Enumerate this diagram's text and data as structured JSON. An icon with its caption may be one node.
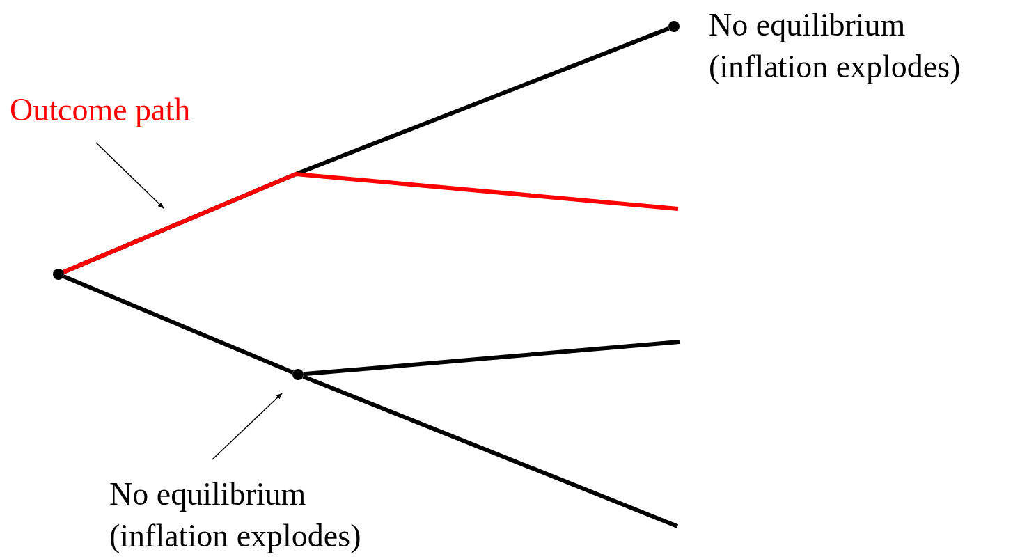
{
  "diagram": {
    "nodes": [
      {
        "text": [],
        "shape": "circle"
      },
      {
        "text": [],
        "shape": "circle",
        "beside": [
          "No equilibrium (inflation explodes)"
        ]
      },
      {
        "text": [],
        "shape": "circle"
      },
      {
        "text": [
          "No equilibrium (inflation explodes)"
        ]
      },
      {
        "text": [
          "Outcome path"
        ]
      }
    ],
    "edges": [
      {
        "from": 0,
        "to": 1,
        "arrow": "none"
      },
      {
        "from": 0,
        "to": null,
        "arrow": "none",
        "color": "#ff0000"
      },
      {
        "from": 0,
        "to": 2,
        "arrow": "none"
      },
      {
        "from": 2,
        "to": null,
        "arrow": "none"
      },
      {
        "from": 2,
        "to": null,
        "arrow": "none"
      },
      {
        "from": 3,
        "to": 2,
        "arrow": "to"
      },
      {
        "from": 4,
        "to": null,
        "arrow": "to"
      }
    ]
  }
}
